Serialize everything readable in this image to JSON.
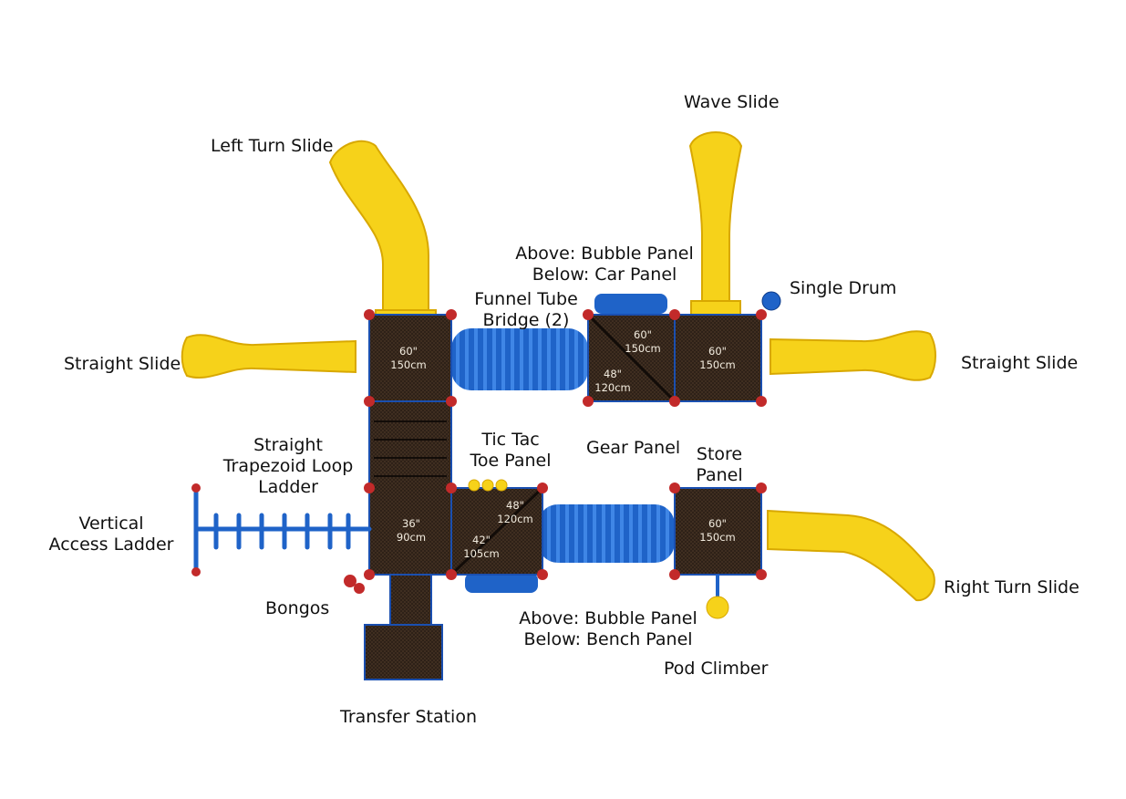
{
  "colors": {
    "slide_yellow": "#f6d21a",
    "slide_shade": "#d8a800",
    "tube_blue": "#1f63c8",
    "deck_dark": "#2c1f16",
    "post_red": "#c22a2a",
    "frame_blue": "#1a4fb0"
  },
  "labels": {
    "left_turn_slide": "Left Turn Slide",
    "wave_slide": "Wave Slide",
    "straight_slide_left": "Straight Slide",
    "straight_slide_right": "Straight Slide",
    "panel_top_1": "Above: Bubble Panel",
    "panel_top_2": "Below: Car Panel",
    "funnel_1": "Funnel Tube",
    "funnel_2": "Bridge (2)",
    "single_drum": "Single Drum",
    "straight_loop_1": "Straight",
    "straight_loop_2": "Trapezoid Loop",
    "straight_loop_3": "Ladder",
    "tic_tac_1": "Tic Tac",
    "tic_tac_2": "Toe Panel",
    "gear_panel": "Gear Panel",
    "store_1": "Store",
    "store_2": "Panel",
    "vertical_1": "Vertical",
    "vertical_2": "Access Ladder",
    "bongos": "Bongos",
    "right_turn_slide": "Right Turn Slide",
    "panel_bot_1": "Above: Bubble Panel",
    "panel_bot_2": "Below: Bench Panel",
    "pod_climber": "Pod Climber",
    "transfer_station": "Transfer Station"
  },
  "decks": {
    "deck_a_in": "60\"",
    "deck_a_cm": "150cm",
    "deck_b_in": "60\"",
    "deck_b_cm": "150cm",
    "deck_b2_in": "48\"",
    "deck_b2_cm": "120cm",
    "deck_c_in": "60\"",
    "deck_c_cm": "150cm",
    "deck_d_in": "36\"",
    "deck_d_cm": "90cm",
    "deck_e_in": "48\"",
    "deck_e_cm": "120cm",
    "deck_e2_in": "42\"",
    "deck_e2_cm": "105cm",
    "deck_f_in": "60\"",
    "deck_f_cm": "150cm"
  }
}
